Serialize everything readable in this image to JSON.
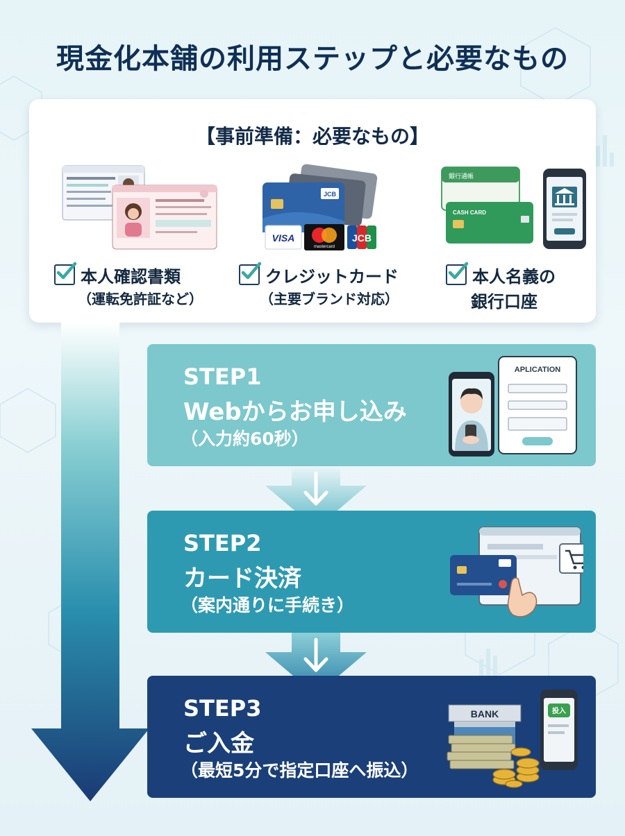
{
  "title": "現金化本舗の利用ステップと必要なもの",
  "preparation": {
    "heading": "【事前準備：必要なもの】",
    "items": [
      {
        "label": "本人確認書類",
        "sub": "（運転免許証など）",
        "icon": "id-cards-icon"
      },
      {
        "label": "クレジットカード",
        "sub": "（主要ブランド対応）",
        "icon": "credit-cards-icon"
      },
      {
        "label": "本人名義の",
        "sub": "銀行口座",
        "icon": "bank-account-icon"
      }
    ],
    "card_brands": [
      "VISA",
      "mastercard",
      "JCB"
    ],
    "bankbook_label": "銀行通帳",
    "cash_card_label": "CASH CARD"
  },
  "steps": [
    {
      "step": "STEP1",
      "name": "Webからお申し込み",
      "note": "（入力約60秒）",
      "icon": "online-application-icon",
      "illus_text": "APLICATION"
    },
    {
      "step": "STEP2",
      "name": "カード決済",
      "note": "（案内通りに手続き）",
      "icon": "card-payment-icon"
    },
    {
      "step": "STEP3",
      "name": "ご入金",
      "note": "（最短5分で指定口座へ振込）",
      "icon": "bank-deposit-icon",
      "illus_text": "BANK",
      "badge": "投入"
    }
  ],
  "colors": {
    "title": "#0f2f55",
    "step1": "#7cc8cd",
    "step2": "#2e9ab2",
    "step3": "#1b3f78",
    "check": "#3aa9a0"
  }
}
